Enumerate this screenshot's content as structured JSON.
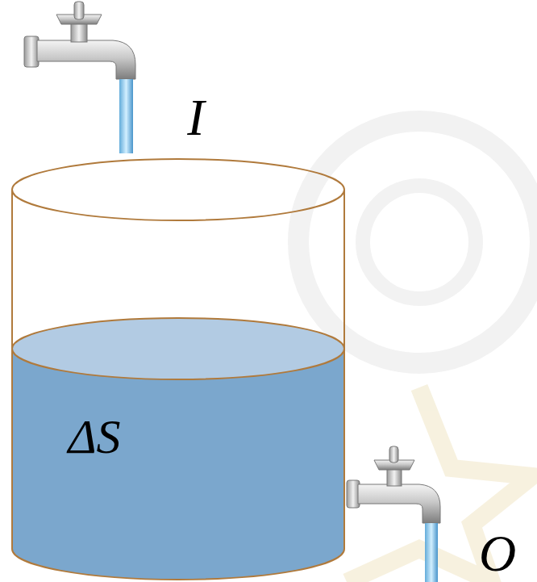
{
  "diagram": {
    "nodes": [
      {
        "text": [
          "ΔS"
        ]
      }
    ],
    "labels": [
      "I",
      "O"
    ]
  }
}
